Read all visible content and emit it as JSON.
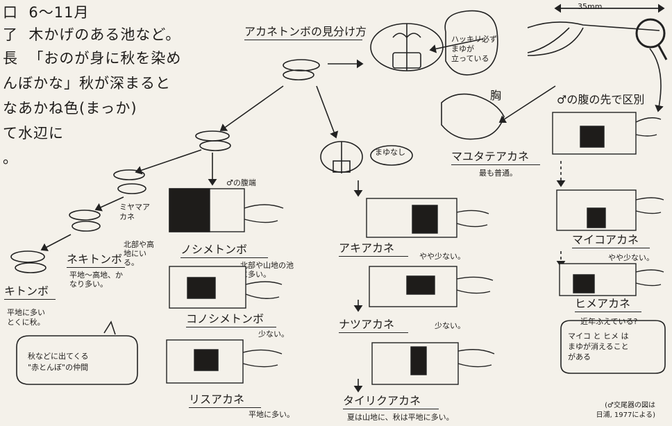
{
  "intro": {
    "lines": [
      "6〜11月",
      "木かげのある池など。",
      "「おのが身に秋を染め",
      "んぼかな」秋が深まると",
      "なあかね色(まっか)",
      "て水辺に",
      "。"
    ],
    "prefix_a": "口",
    "prefix_b": "了",
    "prefix_c": "長"
  },
  "title": "アカネトンボの見分け方",
  "notes": {
    "mayu_ari": [
      "ハッキリ必ず",
      "まゆが",
      "立っている"
    ],
    "mayu_nashi": "まゆなし",
    "mune": "胸",
    "hara_saki": "♂の腹の先で区別",
    "fukutan": "♂の腹端",
    "length": "35mm"
  },
  "species": [
    {
      "name": "ノシメトンボ",
      "note": "北部や山地の池に多い。"
    },
    {
      "name": "コノシメトンボ",
      "note": "少ない。"
    },
    {
      "name": "リスアカネ",
      "note": "平地に多い。"
    },
    {
      "name": "アキアカネ",
      "note": "やや少ない。"
    },
    {
      "name": "ナツアカネ",
      "note": "少ない。"
    },
    {
      "name": "タイリクアカネ",
      "note": "夏は山地に、秋は平地に多い。"
    },
    {
      "name": "マユタテアカネ",
      "note": "最も普通。"
    },
    {
      "name": "マイコアカネ",
      "note": "やや少ない。"
    },
    {
      "name": "ヒメアカネ",
      "note": "近年ふえている?"
    },
    {
      "name": "ミヤマアカネ",
      "note": "北部や高地にいる。"
    },
    {
      "name": "ネキトンボ",
      "note": "平地〜高地、かなり多い。"
    },
    {
      "name": "キトンボ",
      "note": "平地に多いとくに秋。"
    }
  ],
  "bubble_left": [
    "秋などに出てくる",
    "\"赤とんぼ\"の仲間"
  ],
  "bubble_right": [
    "マイコ と ヒメ は",
    "まゆが消えること",
    "がある"
  ],
  "credit": [
    "(♂交尾器の図は",
    "日浦, 1977による)"
  ]
}
